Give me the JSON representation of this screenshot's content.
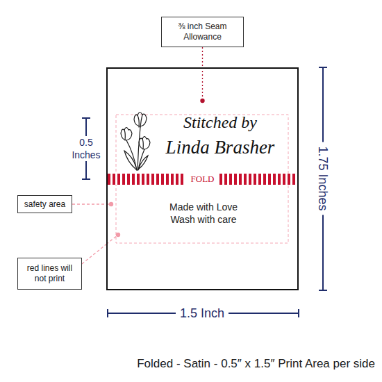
{
  "diagram": {
    "caption": "Folded - Satin - 0.5″ x 1.5″ Print Area per side",
    "nodes": [
      {
        "text": [
          "⅜ inch Seam Allowance"
        ]
      },
      {
        "text": [
          "Stitched by",
          "Linda Brasher",
          "Made with Love Wash with care"
        ]
      },
      {
        "text": [
          "FOLD"
        ],
        "in": 1
      },
      {
        "text": [
          "safety area"
        ]
      },
      {
        "text": [
          "red lines will not print"
        ]
      }
    ],
    "edges": [
      {
        "from": 0,
        "to": 1,
        "arrow": "none"
      },
      {
        "from": 3,
        "to": 1,
        "arrow": "none"
      },
      {
        "from": 4,
        "to": 1,
        "arrow": "none"
      }
    ],
    "labels": [
      "0.5 Inches",
      "1.75 Inches",
      "1.5 Inch"
    ]
  }
}
